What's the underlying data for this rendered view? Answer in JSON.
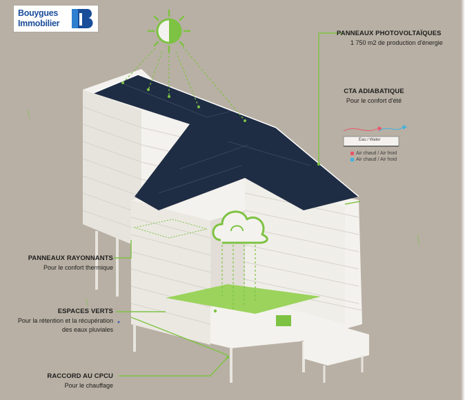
{
  "logo": {
    "line1": "Bouygues",
    "line2": "Immobilier"
  },
  "colors": {
    "background": "#b8b0a4",
    "green": "#7dc242",
    "roof": "#1f2d44",
    "building": "#f4f2ee",
    "garden": "#9bd35c",
    "brand_blue": "#1a4d9a"
  },
  "labels": {
    "pv": {
      "title": "PANNEAUX PHOTOVOLTAÏQUES",
      "subtitle": "1 750 m2 de production d'énergie"
    },
    "cta": {
      "title": "CTA ADIABATIQUE",
      "subtitle": "Pour le confort d'été"
    },
    "radiants": {
      "title": "PANNEAUX RAYONNANTS",
      "subtitle": "Pour le confort thermique"
    },
    "green_spaces": {
      "title": "ESPACES VERTS",
      "subtitle": "Pour la rétention et la récupération",
      "subtitle2": "des eaux pluviales"
    },
    "cpcu": {
      "title": "RACCORD AU CPCU",
      "subtitle": "Pour le chauffage"
    }
  },
  "cta_diagram": {
    "box_label": "Eau / Water",
    "legend_hot": "Air chaud / Air froid",
    "legend_cold": "Air chaud / Air froid",
    "hot_color": "#e8556a",
    "cold_color": "#3fb2e0"
  },
  "icons": {
    "sun": "sun-icon",
    "cloud": "cloud-rain-icon"
  }
}
